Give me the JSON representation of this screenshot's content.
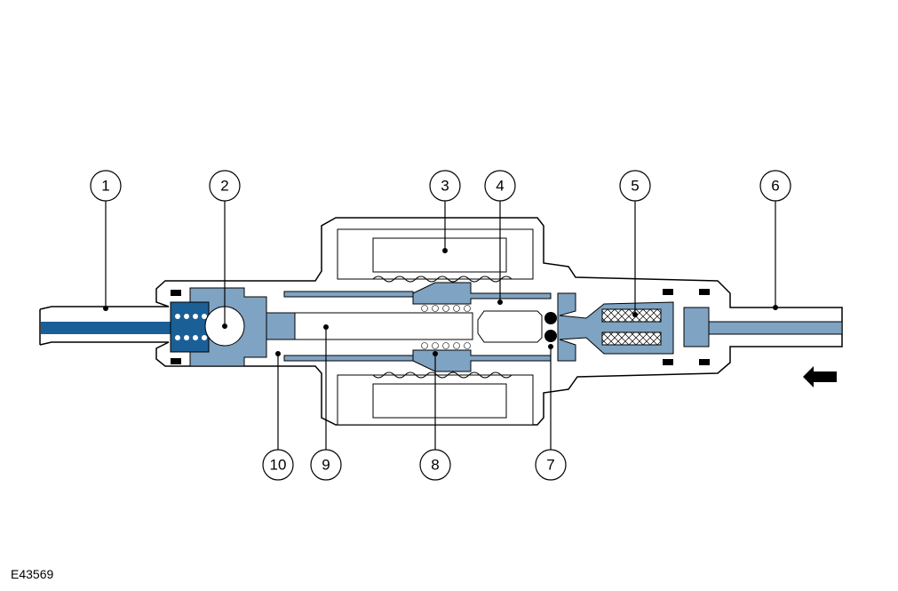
{
  "figure_id": "E43569",
  "colors": {
    "light_blue": "#7fa3c2",
    "dark_blue": "#1b5f97",
    "line": "#000000"
  },
  "callouts": [
    {
      "label": "1",
      "part": "outlet-pipe"
    },
    {
      "label": "2",
      "part": "check-ball"
    },
    {
      "label": "3",
      "part": "solenoid-coil"
    },
    {
      "label": "4",
      "part": "armature-chamber"
    },
    {
      "label": "5",
      "part": "filter"
    },
    {
      "label": "6",
      "part": "inlet-pipe"
    },
    {
      "label": "7",
      "part": "inlet-valve-balls"
    },
    {
      "label": "8",
      "part": "return-spring"
    },
    {
      "label": "9",
      "part": "plunger"
    },
    {
      "label": "10",
      "part": "pump-chamber"
    }
  ],
  "flow_arrow": "left-arrow-icon"
}
